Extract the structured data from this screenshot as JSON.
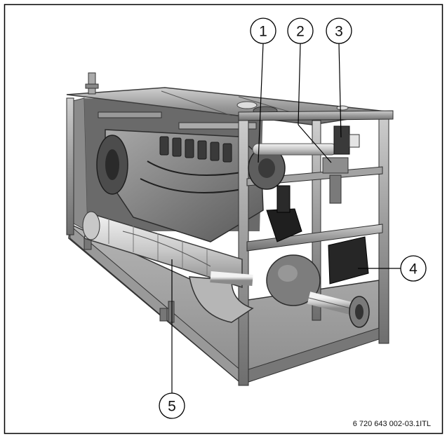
{
  "figure": {
    "reference_code": "6 720 643 002-03.1ITL",
    "callouts": [
      {
        "label": "1"
      },
      {
        "label": "2"
      },
      {
        "label": "3"
      },
      {
        "label": "4"
      },
      {
        "label": "5"
      }
    ]
  }
}
